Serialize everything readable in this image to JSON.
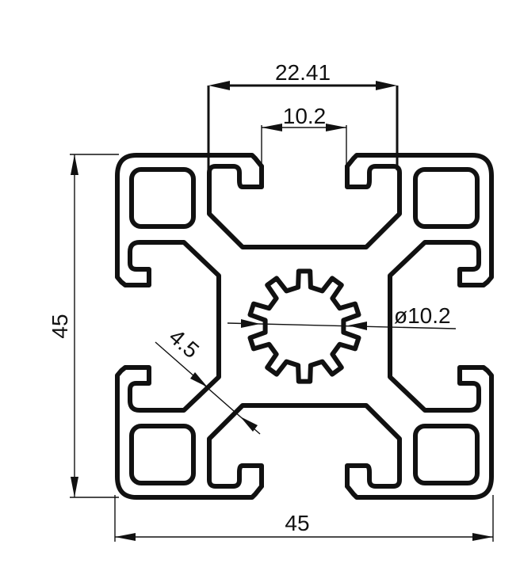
{
  "drawing": {
    "subject": "45x45 aluminum extrusion profile cross-section",
    "dimensions": {
      "overall_width": "45",
      "overall_height": "45",
      "slot_outer_width": "22.41",
      "slot_opening_width": "10.2",
      "center_bore_diameter": "ø10.2",
      "wall_thickness": "4.5"
    },
    "colors": {
      "line": "#111111",
      "background": "#ffffff"
    }
  }
}
